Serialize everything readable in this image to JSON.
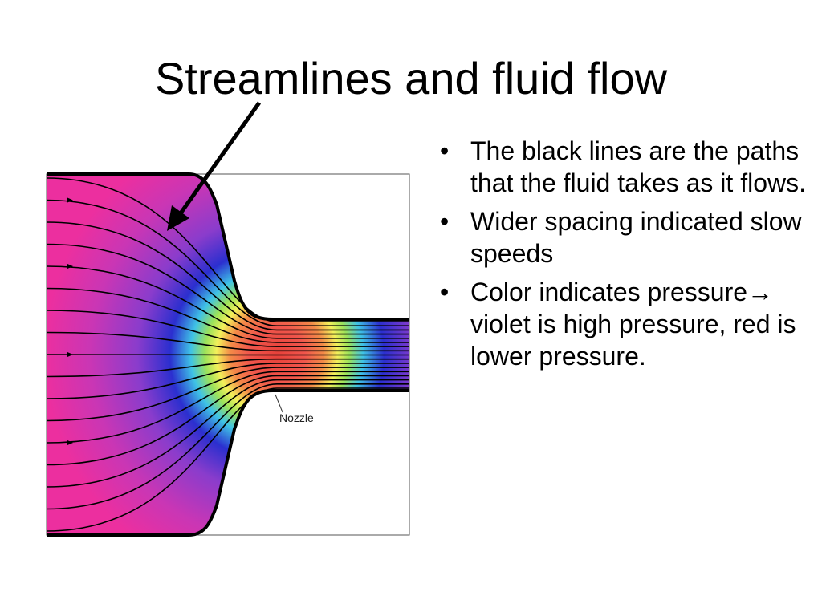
{
  "title": "Streamlines and fluid flow",
  "bullets": [
    {
      "text": "The black lines are the paths that the fluid takes as it flows."
    },
    {
      "text": "Wider spacing indicated slow speeds"
    },
    {
      "text_before": "Color indicates pressure",
      "arrow": "→",
      "text_after": " violet is high pressure, red is lower pressure."
    }
  ],
  "bullet_marker": "•",
  "diagram": {
    "nozzle_label": "Nozzle",
    "colors": {
      "high_pressure": "#ec2f9f",
      "violet": "#8a3ccc",
      "blue": "#2b2fcf",
      "cyan": "#3fc3e6",
      "yellow": "#f3f05a",
      "red": "#f0564c",
      "outline": "#000000"
    }
  }
}
